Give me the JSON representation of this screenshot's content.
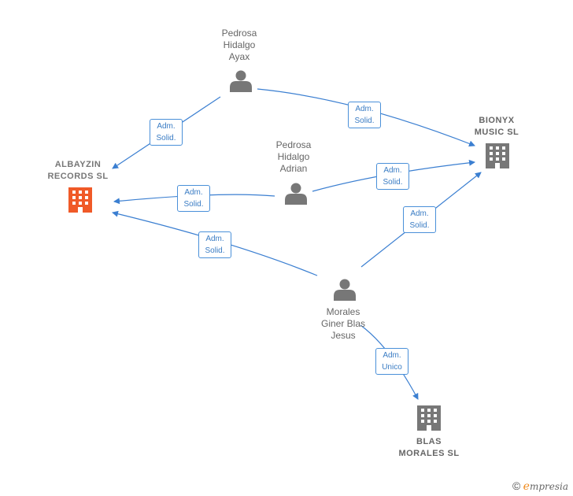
{
  "persons": {
    "ayax": {
      "label": "Pedrosa\nHidalgo\nAyax"
    },
    "adrian": {
      "label": "Pedrosa\nHidalgo\nAdrian"
    },
    "jesus": {
      "label": "Morales\nGiner Blas\nJesus"
    }
  },
  "companies": {
    "albayzin": {
      "label": "ALBAYZIN\nRECORDS  SL"
    },
    "bionyx": {
      "label": "BIONYX\nMUSIC  SL"
    },
    "blas": {
      "label": "BLAS\nMORALES SL"
    }
  },
  "edges": {
    "ayax_albayzin": "Adm.\nSolid.",
    "ayax_bionyx": "Adm.\nSolid.",
    "adrian_albayzin": "Adm.\nSolid.",
    "adrian_bionyx": "Adm.\nSolid.",
    "jesus_albayzin": "Adm.\nSolid.",
    "jesus_bionyx": "Adm.\nSolid.",
    "jesus_blas": "Adm.\nUnico"
  },
  "colors": {
    "edge": "#3b7fd1",
    "person_icon": "#777777",
    "main_company_icon": "#f05a28",
    "company_icon": "#777777"
  },
  "brand": {
    "copyright": "©",
    "e": "e",
    "rest": "mpresia"
  }
}
